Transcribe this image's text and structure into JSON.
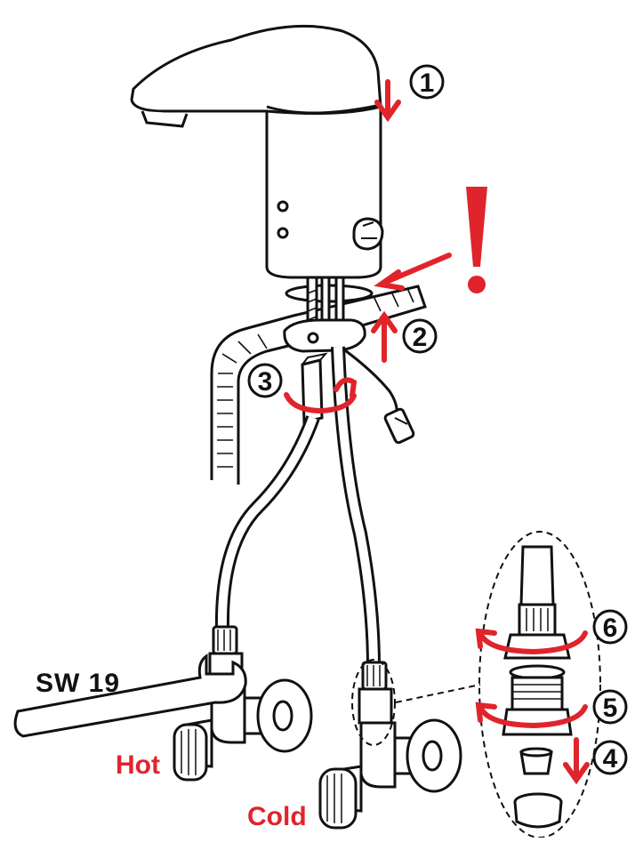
{
  "colors": {
    "line": "#111111",
    "accent": "#e0242c",
    "paper": "#ffffff"
  },
  "steps": [
    {
      "number": "1",
      "arrow": "down"
    },
    {
      "number": "2",
      "arrow": "up"
    },
    {
      "number": "3",
      "arrow": "rotate"
    },
    {
      "number": "4",
      "arrow": "down"
    },
    {
      "number": "5",
      "arrow": "rotate"
    },
    {
      "number": "6",
      "arrow": "rotate"
    }
  ],
  "labels": {
    "wrench": "SW 19",
    "hot": "Hot",
    "cold": "Cold"
  },
  "icons": {
    "warning": "exclamation-icon"
  }
}
